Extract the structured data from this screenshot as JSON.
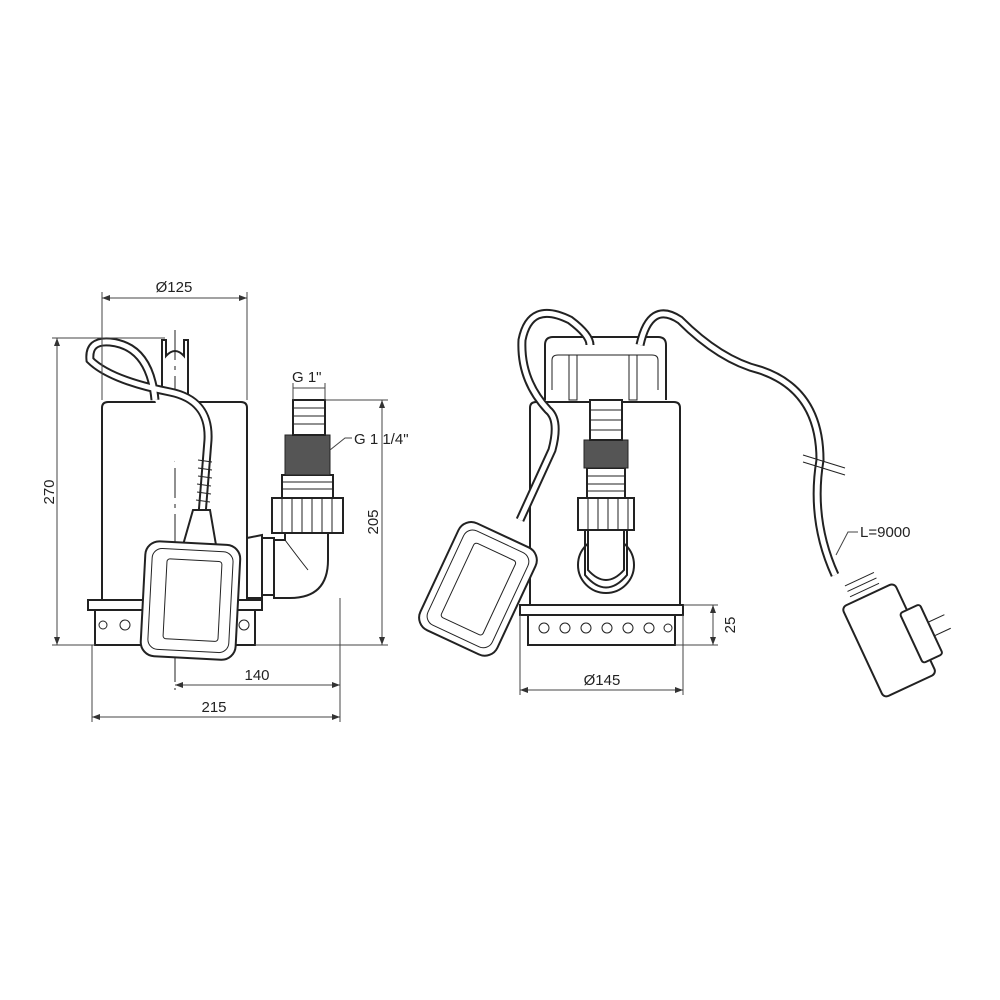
{
  "drawing": {
    "side_view": {
      "dim_diameter_top": "Ø125",
      "dim_height": "270",
      "dim_outlet_height": "205",
      "dim_outlet_offset": "140",
      "dim_total_width": "215",
      "thread_hose": "G 1\"",
      "thread_outlet": "G 1 1/4\""
    },
    "front_view": {
      "dim_base_height": "25",
      "dim_base_diameter": "Ø145",
      "cable_length": "L=9000"
    }
  }
}
